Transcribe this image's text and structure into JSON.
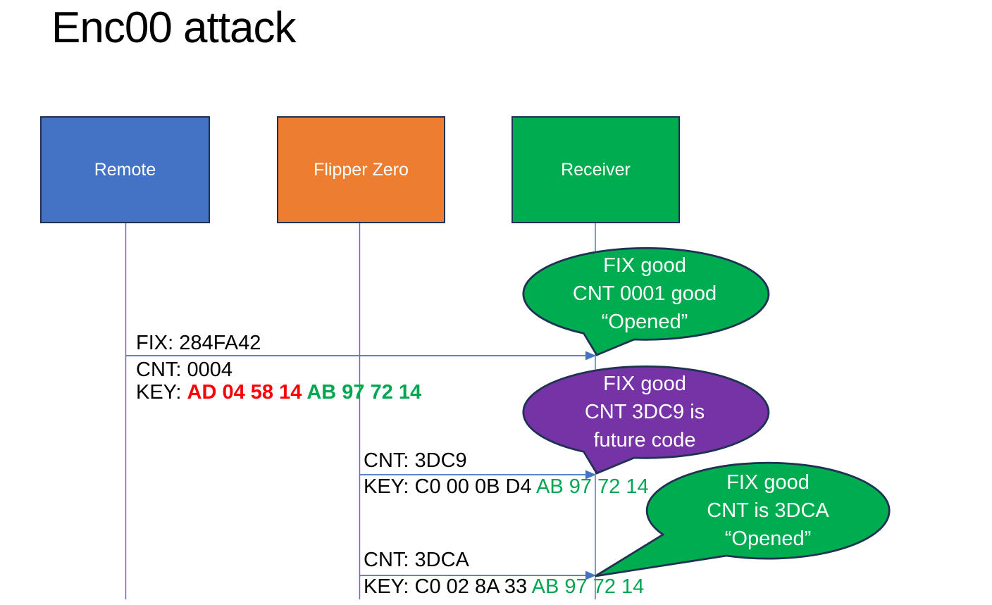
{
  "title": "Enc00 attack",
  "colors": {
    "outline_navy": "#1F3252",
    "line_blue": "#4472C4",
    "text_red": "#FB0007",
    "text_green": "#00A650",
    "actor_remote_fill": "#4472C4",
    "actor_flipper_fill": "#ED7D31",
    "actor_receiver_fill": "#00AC50",
    "bubble_green": "#00AC50",
    "bubble_purple": "#7533A6"
  },
  "actors": [
    {
      "label": "Remote",
      "fill": "#4472C4"
    },
    {
      "label": "Flipper Zero",
      "fill": "#ED7D31"
    },
    {
      "label": "Receiver",
      "fill": "#00AC50"
    }
  ],
  "messages": [
    {
      "fix": "FIX: 284FA42",
      "cnt": "CNT: 0004",
      "key_prefix": "KEY: ",
      "key_red": "AD 04 58 14 ",
      "key_green": "AB 97 72 14"
    },
    {
      "cnt": "CNT: 3DC9",
      "key_prefix": "KEY: C0 00 0B D4 ",
      "key_green": "AB 97 72 14"
    },
    {
      "cnt": "CNT: 3DCA",
      "key_prefix": "KEY: C0 02 8A 33 ",
      "key_green": "AB 97 72 14"
    }
  ],
  "callouts": [
    {
      "line1": "FIX good",
      "line2": "CNT 0001 good",
      "line3": "“Opened”",
      "fill": "#00AC50"
    },
    {
      "line1": "FIX good",
      "line2": "CNT 3DC9 is",
      "line3": "future code",
      "fill": "#7533A6"
    },
    {
      "line1": "FIX good",
      "line2": "CNT is 3DCA",
      "line3": "“Opened”",
      "fill": "#00AC50"
    }
  ]
}
